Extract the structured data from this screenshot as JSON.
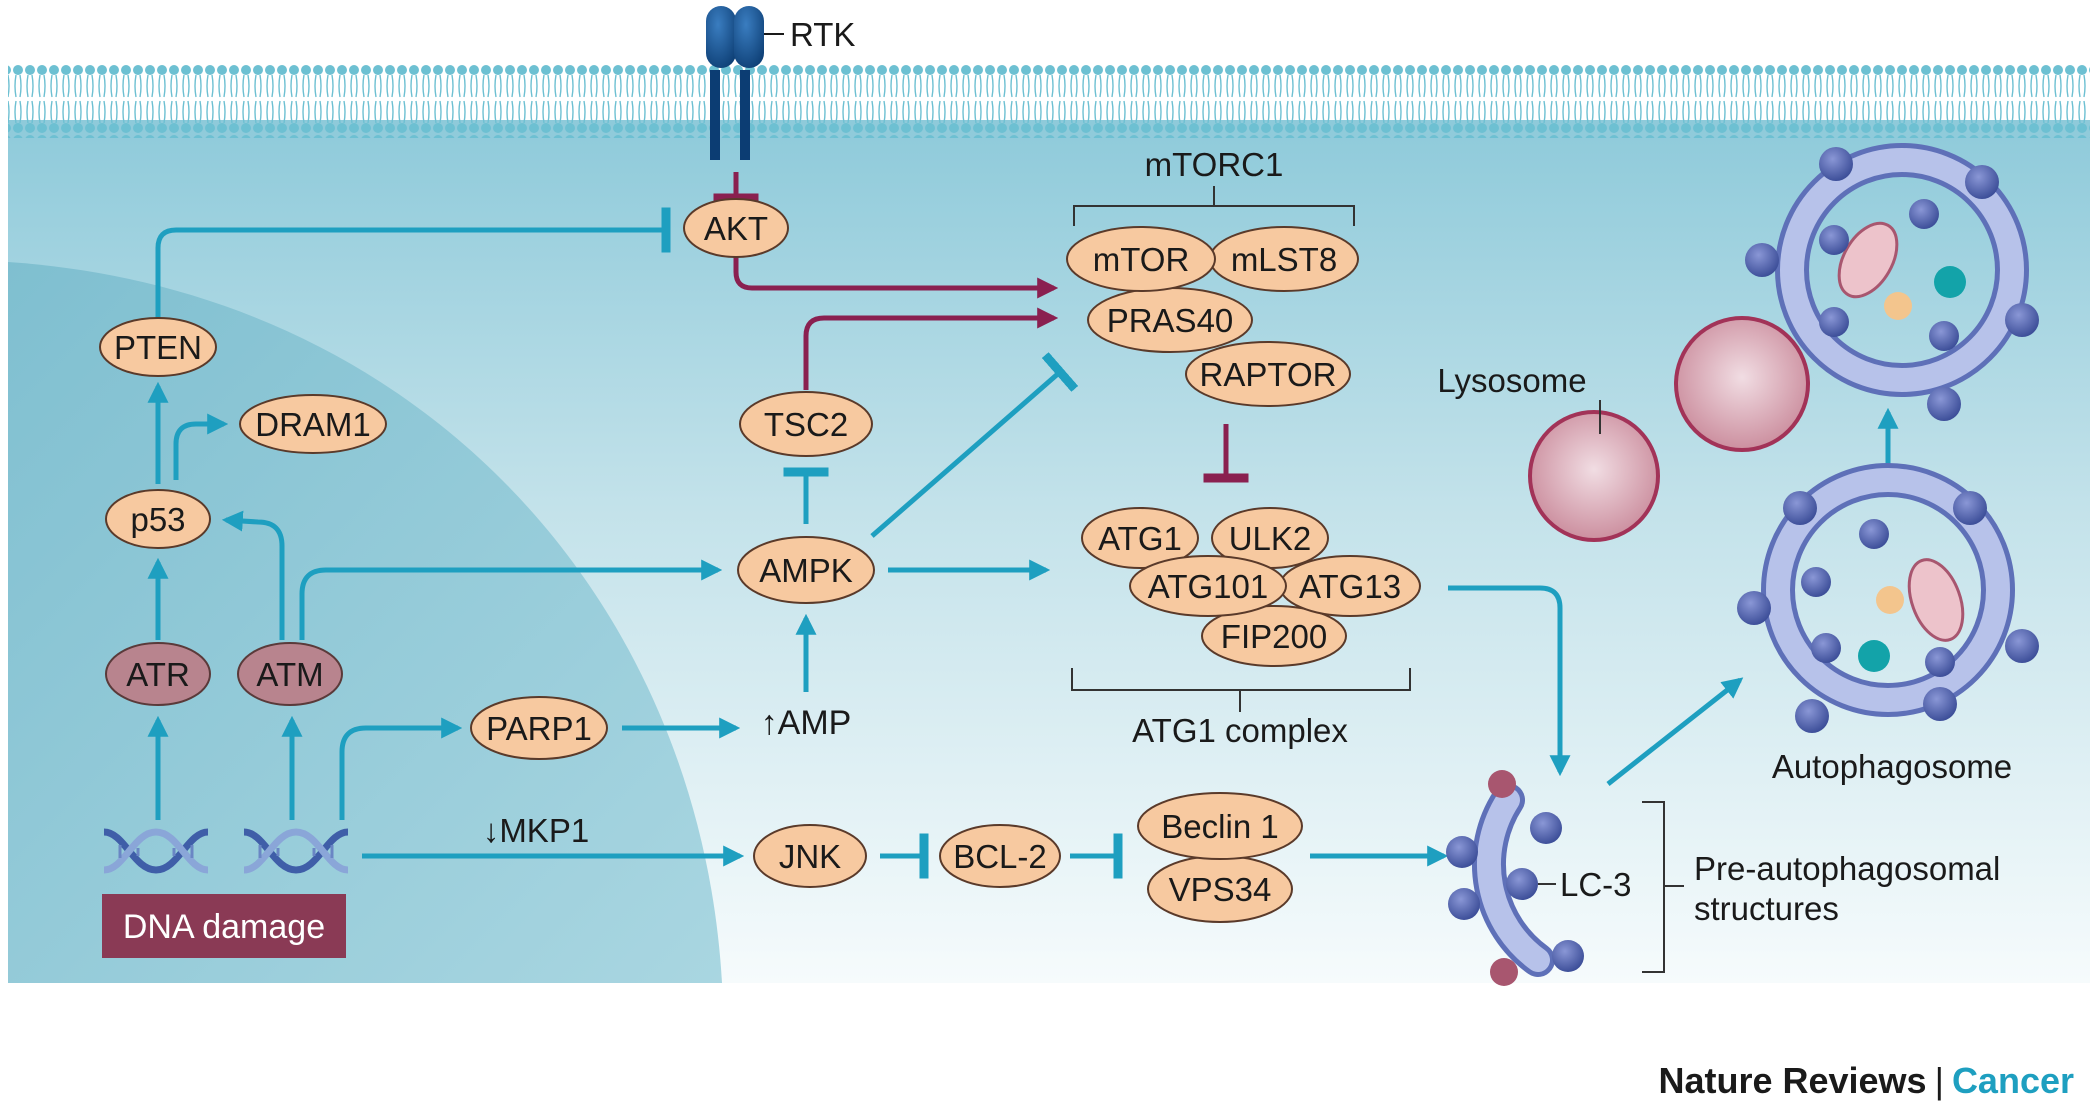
{
  "membrane": {
    "receptor_label": "RTK"
  },
  "nodes": {
    "akt": "AKT",
    "pten": "PTEN",
    "dram1": "DRAM1",
    "p53": "p53",
    "atr": "ATR",
    "atm": "ATM",
    "parp1": "PARP1",
    "amp": "↑AMP",
    "ampk": "AMPK",
    "tsc2": "TSC2",
    "mkp1": "↓MKP1",
    "jnk": "JNK",
    "bcl2": "BCL-2",
    "beclin1": "Beclin 1",
    "vps34": "VPS34"
  },
  "dna": {
    "damage_label": "DNA damage"
  },
  "mtorc1": {
    "title": "mTORC1",
    "components": [
      "mTOR",
      "mLST8",
      "PRAS40",
      "RAPTOR"
    ]
  },
  "atg1_complex": {
    "title": "ATG1 complex",
    "components": [
      "ATG1",
      "ULK2",
      "ATG101",
      "ATG13",
      "FIP200"
    ]
  },
  "organelles": {
    "lysosome": "Lysosome",
    "autophagosome": "Autophagosome",
    "lc3": "LC-3",
    "pre_autophagosomal": [
      "Pre-autophagosomal",
      "structures"
    ]
  },
  "credit": {
    "journal": "Nature Reviews",
    "section": "Cancer"
  },
  "colors": {
    "activation_arrow": "#1e9fc0",
    "mtor_arrow": "#8a2050",
    "protein_fill": "#f7c9a0",
    "kinase_fill": "#b8848e",
    "nucleus": "#8ec9d8",
    "cytoplasm": "#c6e3ec",
    "dna_damage_box": "#8a3a55"
  }
}
